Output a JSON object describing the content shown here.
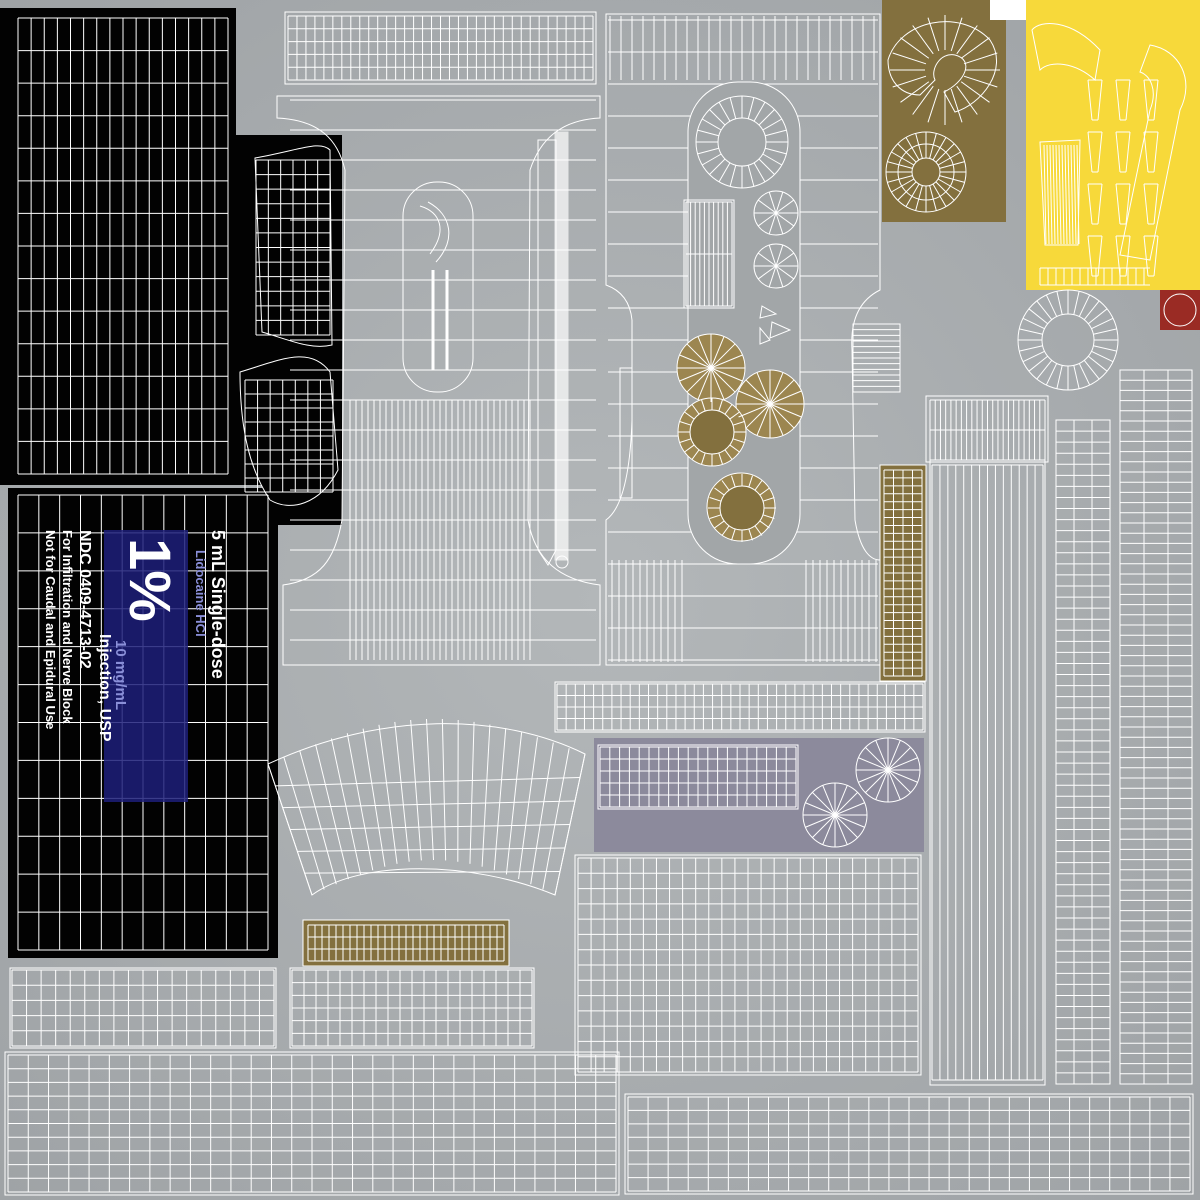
{
  "colors": {
    "background": "#a9adaf",
    "wire": "#ffffff",
    "black_panel": "#020202",
    "olive": "#83703e",
    "olive_light": "#9c8650",
    "yellow": "#f7d93a",
    "purple_gray": "#8c8a9c",
    "red_swatch": "#9a2b24",
    "label_blue": "#1d1f7a"
  },
  "label": {
    "dose": "5 mL Single-dose",
    "drug": "Lidocaine HCl",
    "strength": "1%",
    "concentration": "10 mg/mL",
    "form": "Injection, USP",
    "ndc": "NDC  0409-4713-02",
    "use1": "For Infiltration and Nerve Block",
    "use2": "Not for Caudal and Epidural Use"
  }
}
